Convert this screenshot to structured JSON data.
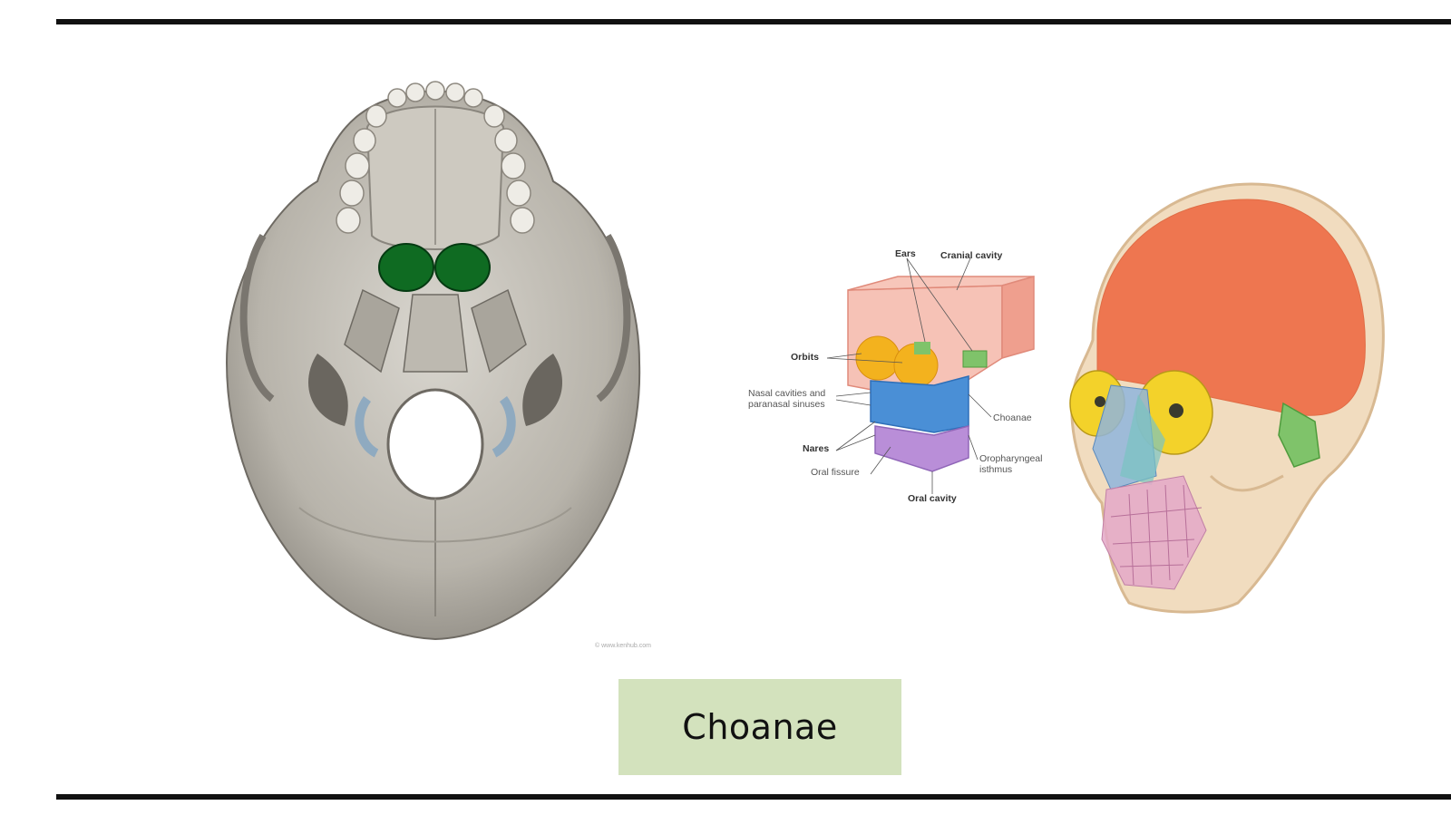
{
  "slide": {
    "caption": "Choanae",
    "credit": "© www.kenhub.com"
  },
  "diagram": {
    "labels": {
      "ears": "Ears",
      "cranial_cavity": "Cranial cavity",
      "orbits": "Orbits",
      "nasal_cavities_1": "Nasal cavities and",
      "nasal_cavities_2": "paranasal sinuses",
      "choanae": "Choanae",
      "nares": "Nares",
      "oral_fissure": "Oral fissure",
      "oropharyngeal_1": "Oropharyngeal",
      "oropharyngeal_2": "isthmus",
      "oral_cavity": "Oral cavity"
    }
  },
  "colors": {
    "highlight_choanae": "#0f6b22",
    "caption_bg": "#d3e2bd",
    "cranial_box": "#f4b3a4",
    "orbit": "#f3b21e",
    "nasal": "#4a8fd6",
    "oral": "#b98ed8",
    "ear": "#7fc36a"
  }
}
